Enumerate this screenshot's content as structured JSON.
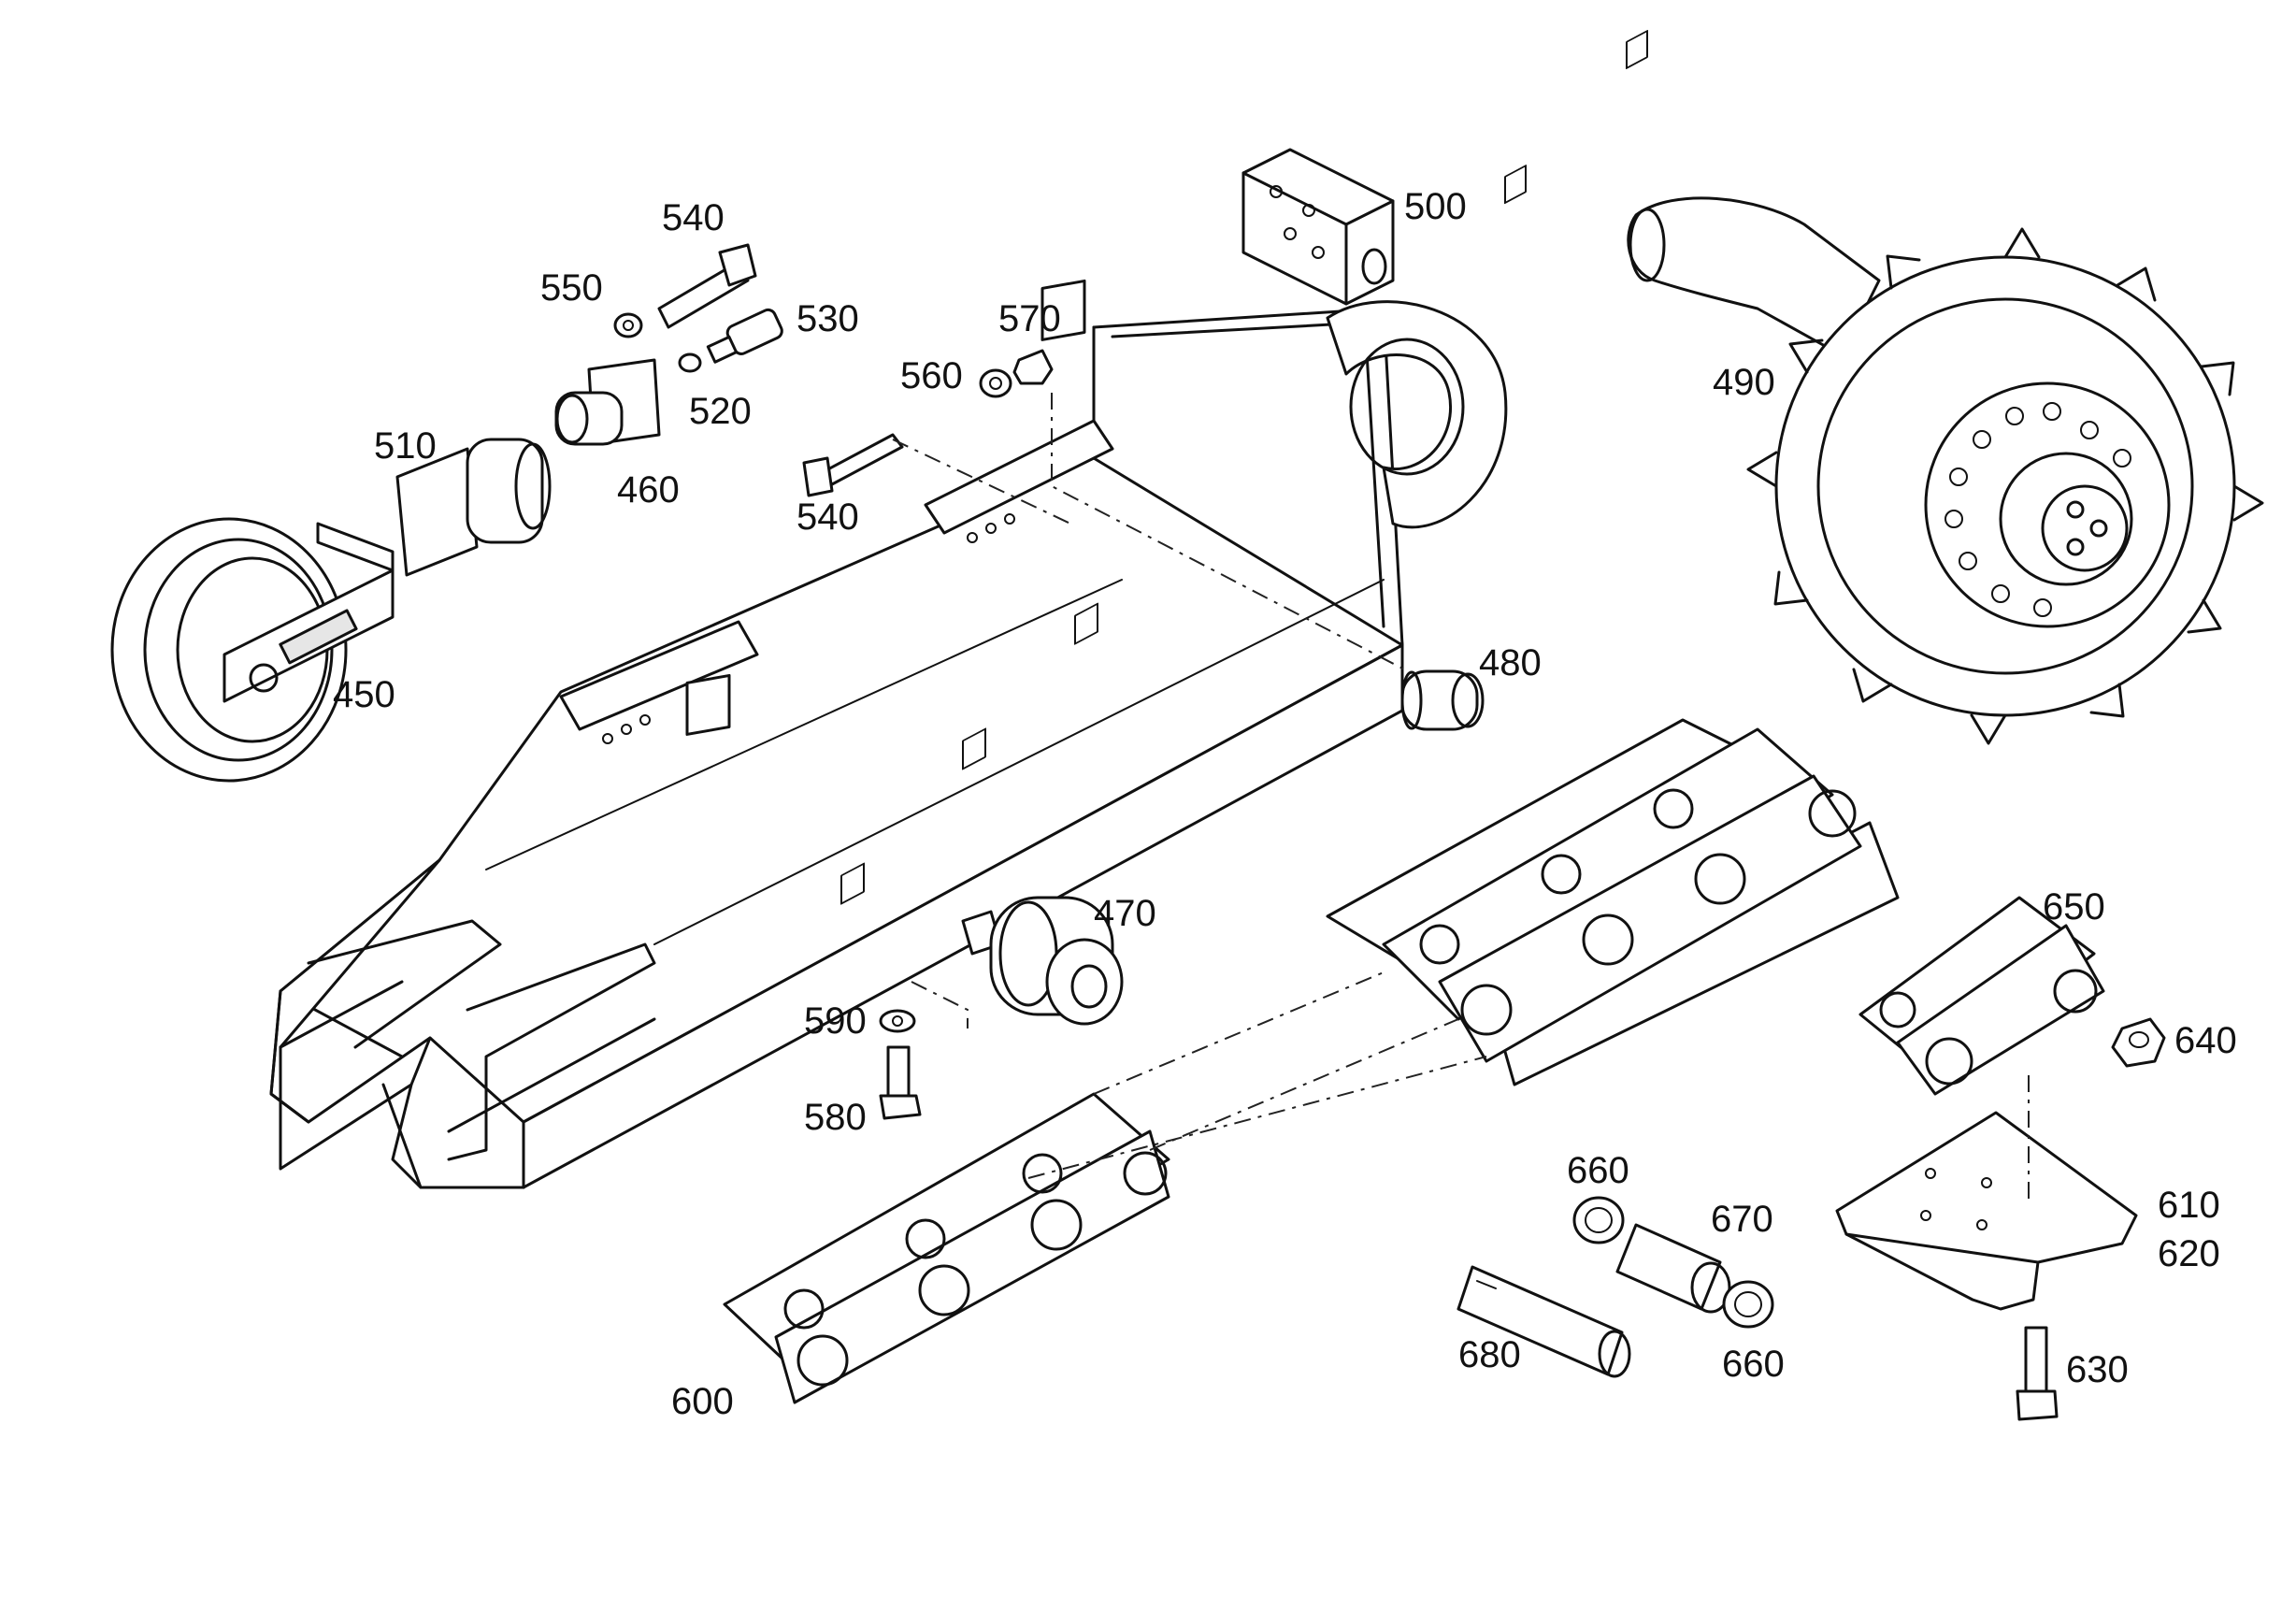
{
  "diagram": {
    "parts": [
      {
        "id": "p450",
        "label": "450"
      },
      {
        "id": "p460",
        "label": "460"
      },
      {
        "id": "p470",
        "label": "470"
      },
      {
        "id": "p480",
        "label": "480"
      },
      {
        "id": "p490",
        "label": "490"
      },
      {
        "id": "p500",
        "label": "500"
      },
      {
        "id": "p510",
        "label": "510"
      },
      {
        "id": "p520",
        "label": "520"
      },
      {
        "id": "p530",
        "label": "530"
      },
      {
        "id": "p540a",
        "label": "540"
      },
      {
        "id": "p540b",
        "label": "540"
      },
      {
        "id": "p550",
        "label": "550"
      },
      {
        "id": "p560",
        "label": "560"
      },
      {
        "id": "p570",
        "label": "570"
      },
      {
        "id": "p580",
        "label": "580"
      },
      {
        "id": "p590",
        "label": "590"
      },
      {
        "id": "p600",
        "label": "600"
      },
      {
        "id": "p610",
        "label": "610"
      },
      {
        "id": "p620",
        "label": "620"
      },
      {
        "id": "p630",
        "label": "630"
      },
      {
        "id": "p640",
        "label": "640"
      },
      {
        "id": "p650",
        "label": "650"
      },
      {
        "id": "p660a",
        "label": "660"
      },
      {
        "id": "p660b",
        "label": "660"
      },
      {
        "id": "p670",
        "label": "670"
      },
      {
        "id": "p680",
        "label": "680"
      }
    ]
  }
}
